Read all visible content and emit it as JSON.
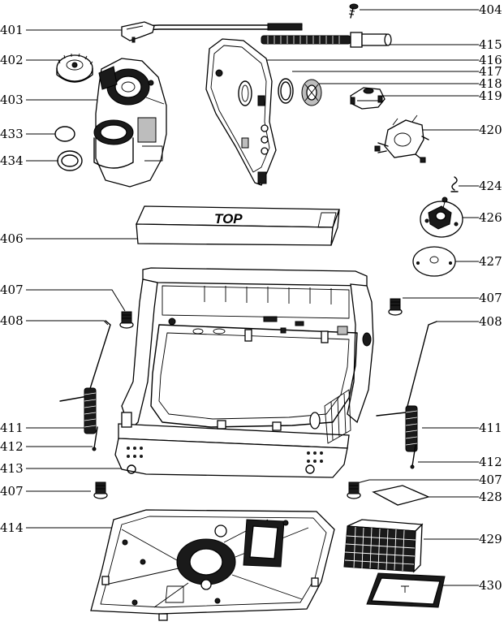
{
  "callouts": {
    "c401": "401",
    "c402": "402",
    "c403": "403",
    "c404": "404",
    "c406": "406",
    "c407a": "407",
    "c407b": "407",
    "c407c": "407",
    "c407d": "407",
    "c408a": "408",
    "c408b": "408",
    "c411a": "411",
    "c411b": "411",
    "c412a": "412",
    "c412b": "412",
    "c413": "413",
    "c414": "414",
    "c415": "415",
    "c416": "416",
    "c417": "417",
    "c418": "418",
    "c419": "419",
    "c420": "420",
    "c424": "424",
    "c426": "426",
    "c427": "427",
    "c428": "428",
    "c429": "429",
    "c430": "430",
    "c433": "433",
    "c434": "434"
  },
  "parts": {
    "box_top_text": "TOP"
  }
}
